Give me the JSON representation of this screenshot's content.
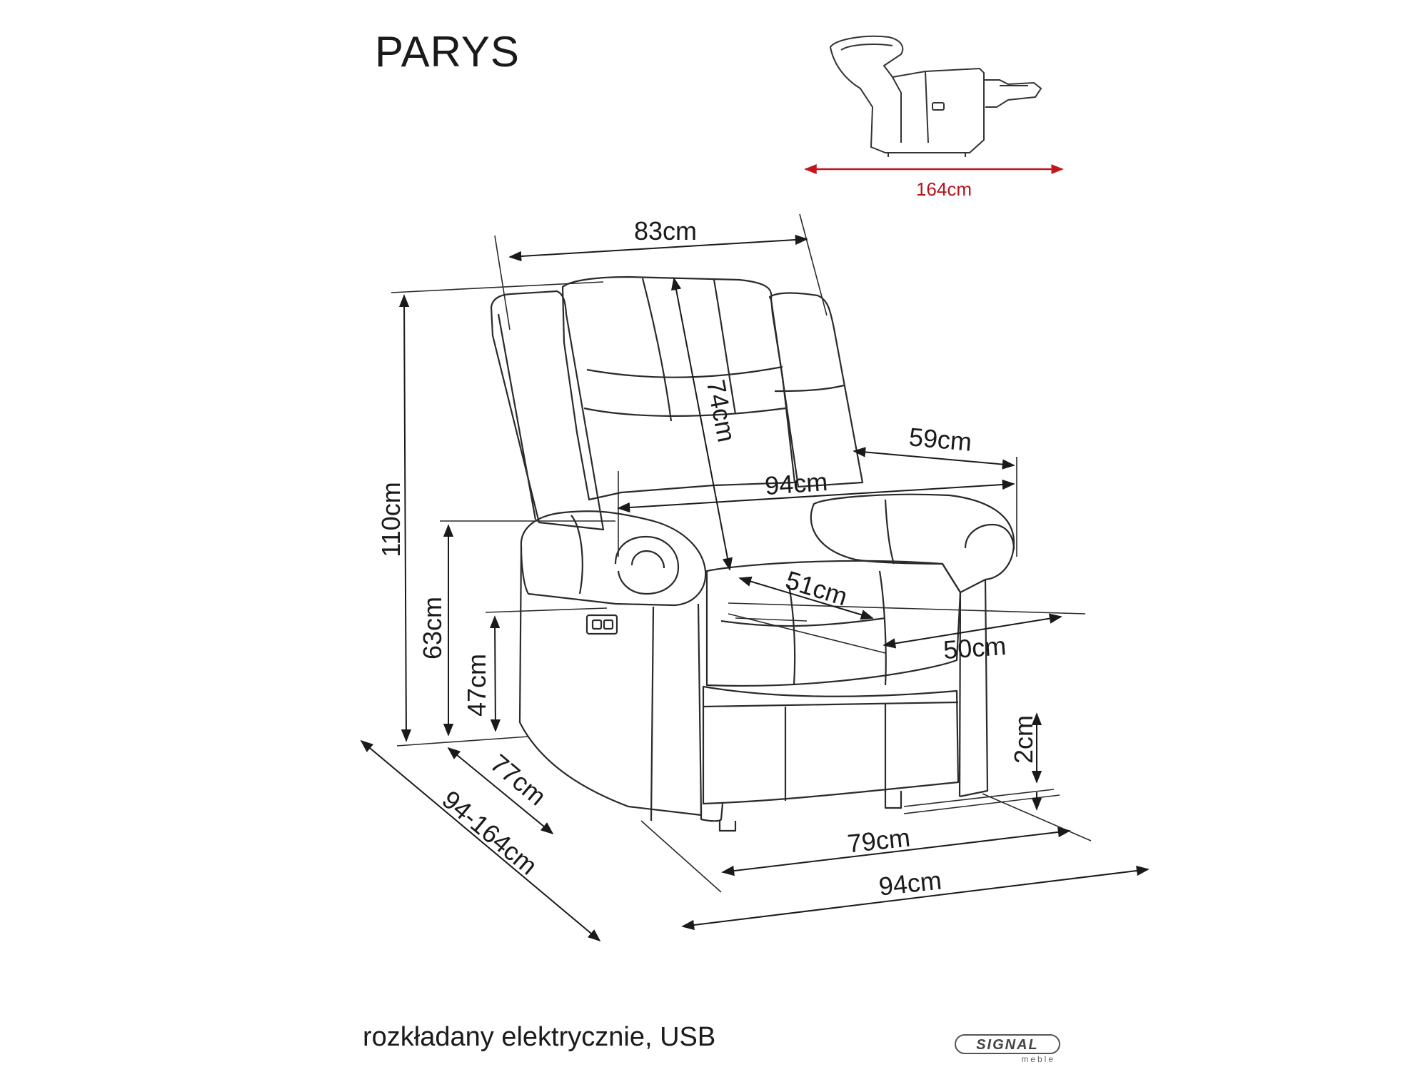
{
  "title": "PARYS",
  "caption": "rozkładany elektrycznie, USB",
  "recline_view": {
    "length_label": "164cm",
    "arrow_color": "#c0161c"
  },
  "dimensions": {
    "width_top": "83cm",
    "height_total": "110cm",
    "backrest_height": "74cm",
    "armrest_depth": "59cm",
    "inner_width": "94cm",
    "seat_depth": "51cm",
    "seat_width": "50cm",
    "armrest_height": "63cm",
    "seat_height": "47cm",
    "leg_height": "2cm",
    "depth": "77cm",
    "depth_reclined": "94-164cm",
    "base_width": "79cm",
    "total_width": "94cm"
  },
  "brand": {
    "name": "SIGNAL",
    "sub": "meble"
  },
  "colors": {
    "line": "#222222",
    "accent": "#c0161c"
  }
}
